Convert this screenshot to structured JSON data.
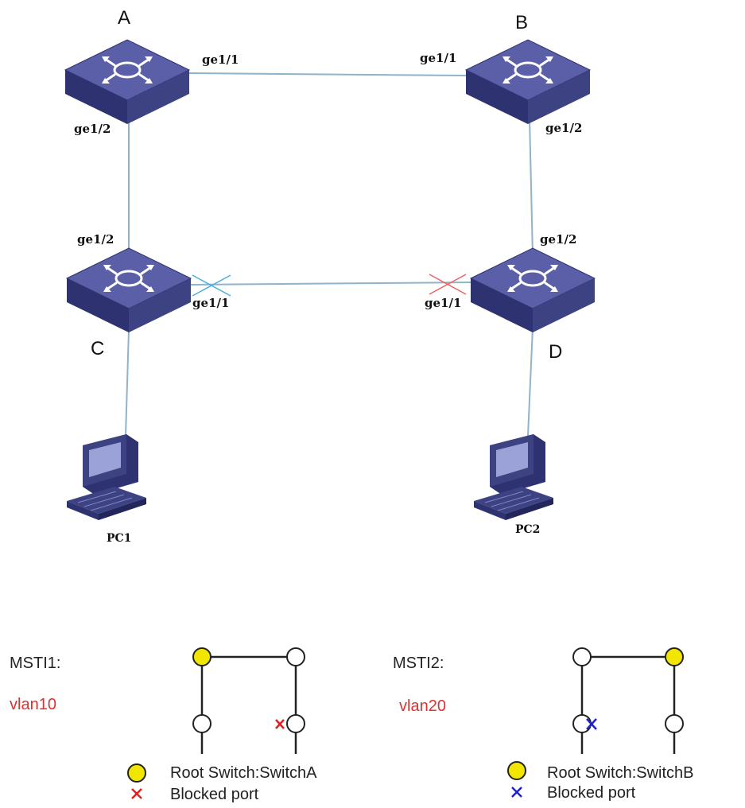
{
  "topology": {
    "switches": [
      {
        "id": "A",
        "label": "A",
        "port_top": "ge1/1",
        "port_side": "ge1/2"
      },
      {
        "id": "B",
        "label": "B",
        "port_top": "ge1/1",
        "port_side": "ge1/2"
      },
      {
        "id": "C",
        "label": "C",
        "port_top": "ge1/1",
        "port_side": "ge1/2"
      },
      {
        "id": "D",
        "label": "D",
        "port_top": "ge1/1",
        "port_side": "ge1/2"
      }
    ],
    "pcs": [
      {
        "id": "PC1",
        "label": "PC1"
      },
      {
        "id": "PC2",
        "label": "PC2"
      }
    ],
    "blocked_marks": [
      {
        "switch": "C",
        "port": "ge1/1",
        "color": "#4ab0e0"
      },
      {
        "switch": "D",
        "port": "ge1/1",
        "color": "#f06060"
      }
    ],
    "switch_color": "#3d4283"
  },
  "msti1": {
    "title": "MSTI1:",
    "vlan": "vlan10",
    "legend_root": "Root Switch:SwitchA",
    "legend_blocked": "Blocked port",
    "blocked_color": "#e02020"
  },
  "msti2": {
    "title": "MSTI2:",
    "vlan": "vlan20",
    "legend_root": "Root Switch:SwitchB",
    "legend_blocked": "Blocked port",
    "blocked_color": "#2020d0"
  },
  "colors": {
    "root_node": "#f2e600",
    "vlan_text": "#e03030",
    "link": "#8fb3cc"
  }
}
